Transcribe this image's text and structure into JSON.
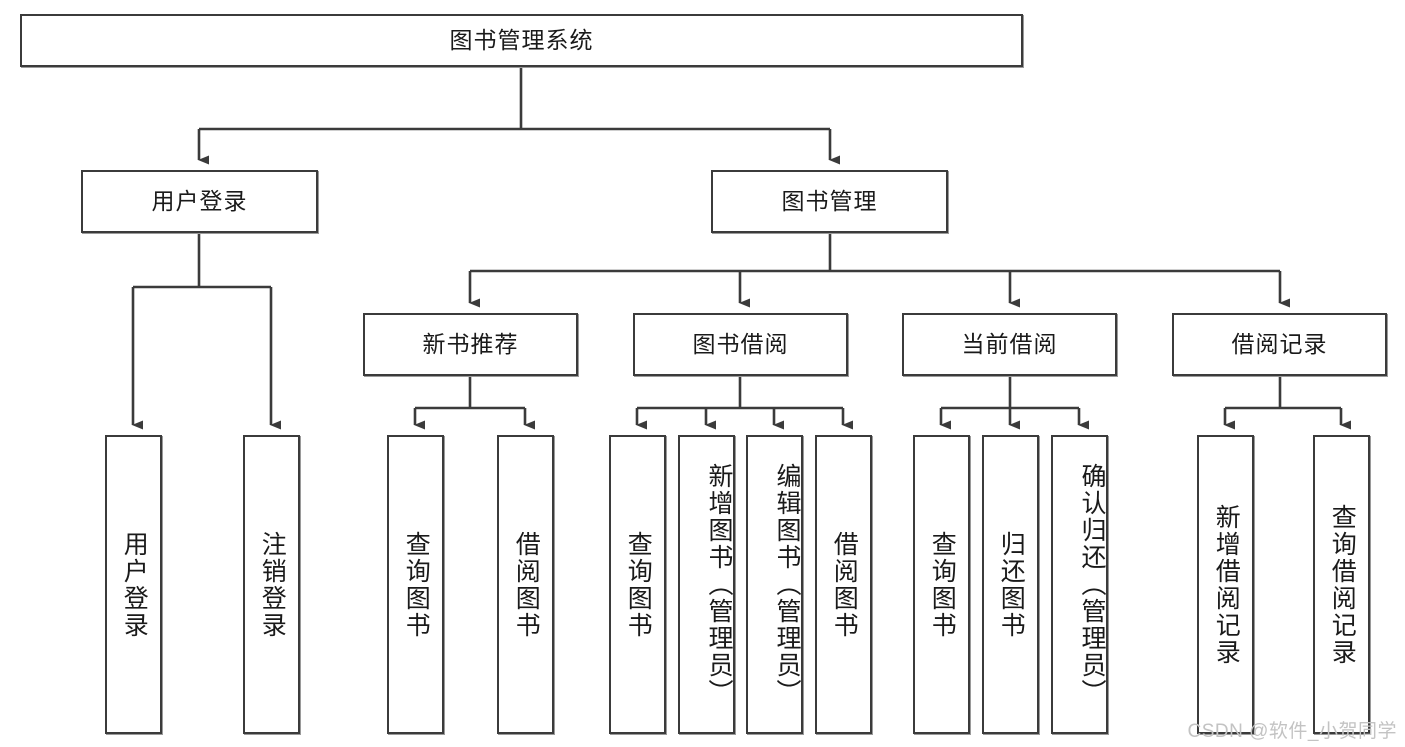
{
  "diagram": {
    "title": "图书管理系统",
    "type": "tree-hierarchy-chart",
    "colors": {
      "box_border": "#3b3b3b",
      "box_fill": "#ffffff",
      "connector": "#3b3b3b",
      "text": "#1a1a1a",
      "watermark": "#c3c3c3"
    },
    "root": {
      "label": "图书管理系统"
    },
    "level2": [
      {
        "id": "user-login",
        "label": "用户登录"
      },
      {
        "id": "book-management",
        "label": "图书管理"
      }
    ],
    "level3": [
      {
        "id": "new-book-recommend",
        "label": "新书推荐"
      },
      {
        "id": "book-borrow",
        "label": "图书借阅"
      },
      {
        "id": "current-borrow",
        "label": "当前借阅"
      },
      {
        "id": "borrow-record",
        "label": "借阅记录"
      }
    ],
    "leaves": {
      "user_login": [
        {
          "id": "leaf-user-login",
          "label": "用户登录"
        },
        {
          "id": "leaf-user-logout",
          "label": "注销登录"
        }
      ],
      "new_book_recommend": [
        {
          "id": "leaf-query-book-1",
          "label": "查询图书"
        },
        {
          "id": "leaf-borrow-book-1",
          "label": "借阅图书"
        }
      ],
      "book_borrow": [
        {
          "id": "leaf-query-book-2",
          "label": "查询图书"
        },
        {
          "id": "leaf-add-book",
          "label": "新增图书（管理员）"
        },
        {
          "id": "leaf-edit-book",
          "label": "编辑图书（管理员）"
        },
        {
          "id": "leaf-borrow-book-2",
          "label": "借阅图书"
        }
      ],
      "current_borrow": [
        {
          "id": "leaf-query-book-3",
          "label": "查询图书"
        },
        {
          "id": "leaf-return-book",
          "label": "归还图书"
        },
        {
          "id": "leaf-confirm-return",
          "label": "确认归还（管理员）"
        }
      ],
      "borrow_record": [
        {
          "id": "leaf-add-record",
          "label": "新增借阅记录"
        },
        {
          "id": "leaf-query-record",
          "label": "查询借阅记录"
        }
      ]
    },
    "watermark": "CSDN @软件_小贺同学"
  }
}
